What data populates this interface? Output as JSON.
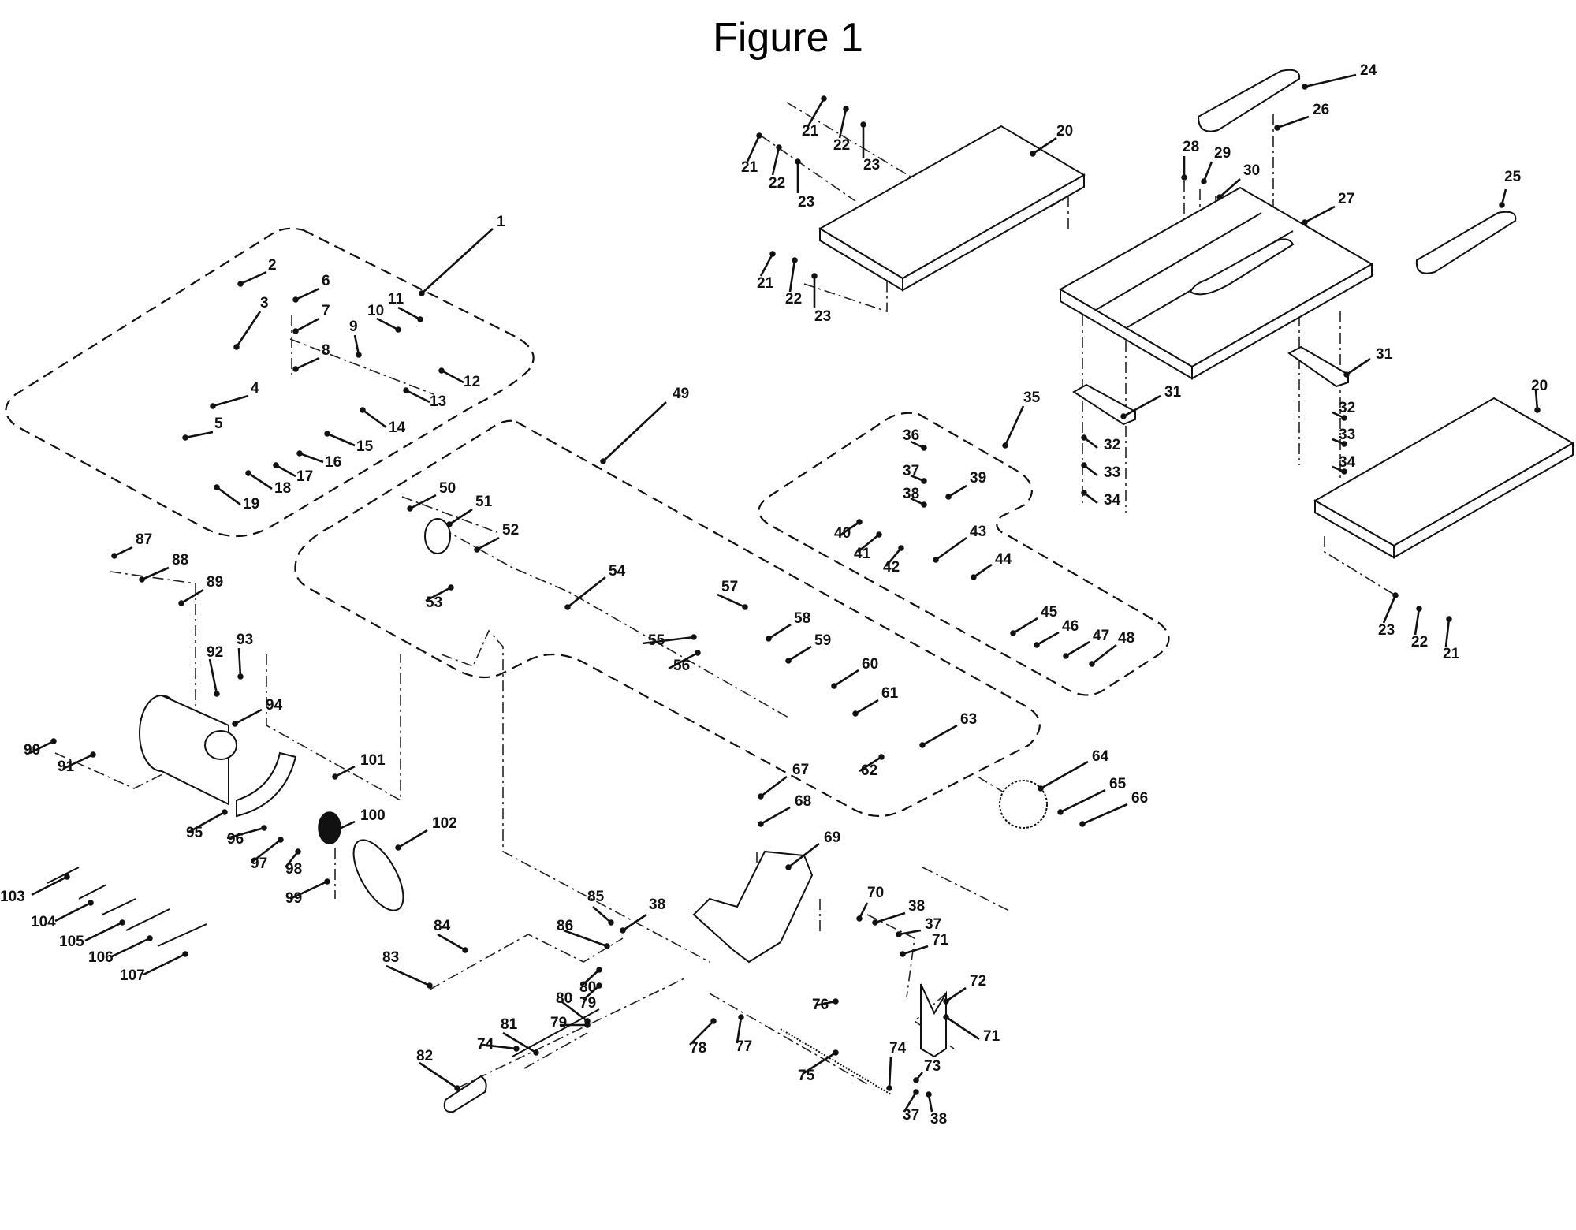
{
  "figure": {
    "title": "Figure 1"
  },
  "callouts": [
    "1",
    "2",
    "3",
    "4",
    "5",
    "6",
    "7",
    "8",
    "9",
    "10",
    "11",
    "12",
    "13",
    "14",
    "15",
    "16",
    "17",
    "18",
    "19",
    "20",
    "21",
    "22",
    "23",
    "21",
    "22",
    "23",
    "21",
    "22",
    "23",
    "20",
    "23",
    "22",
    "21",
    "24",
    "25",
    "26",
    "27",
    "28",
    "29",
    "30",
    "31",
    "31",
    "32",
    "33",
    "34",
    "32",
    "33",
    "34",
    "35",
    "36",
    "37",
    "38",
    "39",
    "40",
    "41",
    "42",
    "43",
    "44",
    "45",
    "46",
    "47",
    "48",
    "49",
    "50",
    "51",
    "52",
    "53",
    "54",
    "55",
    "56",
    "57",
    "58",
    "59",
    "60",
    "61",
    "62",
    "63",
    "64",
    "65",
    "66",
    "67",
    "68",
    "69",
    "70",
    "38",
    "37",
    "71",
    "72",
    "71",
    "73",
    "37",
    "38",
    "74",
    "75",
    "76",
    "77",
    "78",
    "79",
    "80",
    "80",
    "79",
    "81",
    "74",
    "82",
    "83",
    "84",
    "85",
    "38",
    "86",
    "87",
    "88",
    "89",
    "90",
    "91",
    "92",
    "93",
    "94",
    "95",
    "96",
    "97",
    "98",
    "99",
    "100",
    "101",
    "102",
    "103",
    "104",
    "105",
    "106",
    "107"
  ],
  "groups": {
    "electrical_group_callout": "1",
    "motor_arbor_group_callout": "49",
    "bevel_group_callout": "35"
  }
}
